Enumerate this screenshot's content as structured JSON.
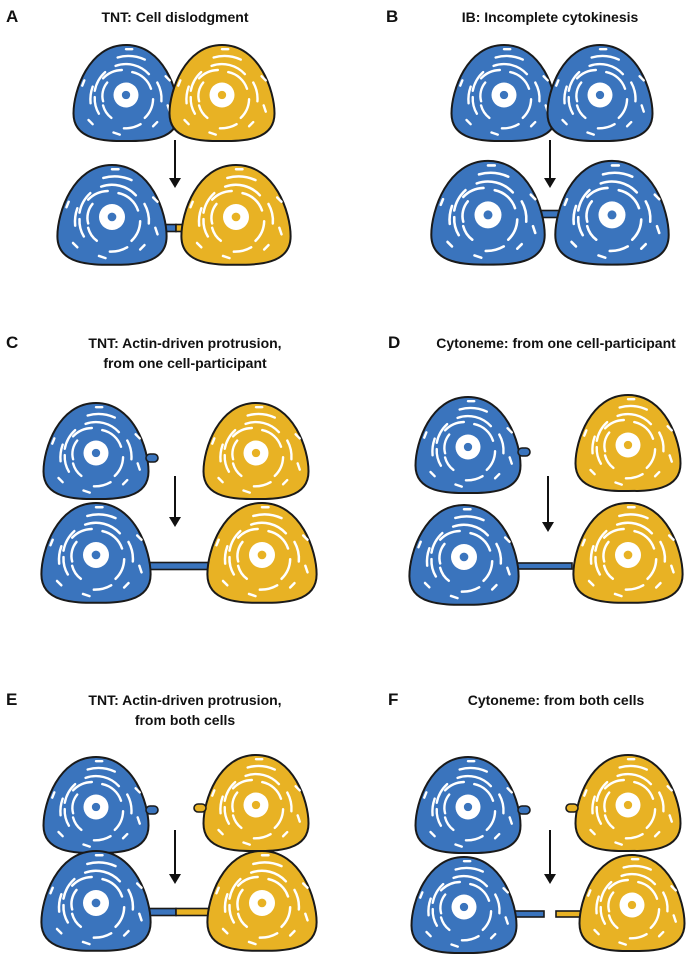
{
  "colors": {
    "blue": "#3a74bd",
    "yellow": "#e8b224",
    "outline": "#1a1a1a",
    "text": "#111111"
  },
  "panels": [
    {
      "letter": "A",
      "title_lines": [
        "TNT: Cell dislodgment"
      ]
    },
    {
      "letter": "B",
      "title_lines": [
        "IB: Incomplete cytokinesis"
      ]
    },
    {
      "letter": "C",
      "title_lines": [
        "TNT: Actin-driven protrusion,",
        "from one cell-participant"
      ]
    },
    {
      "letter": "D",
      "title_lines": [
        "Cytoneme: from one cell-participant"
      ]
    },
    {
      "letter": "E",
      "title_lines": [
        "TNT: Actin-driven protrusion,",
        "from both cells"
      ]
    },
    {
      "letter": "F",
      "title_lines": [
        "Cytoneme: from both cells"
      ]
    }
  ]
}
